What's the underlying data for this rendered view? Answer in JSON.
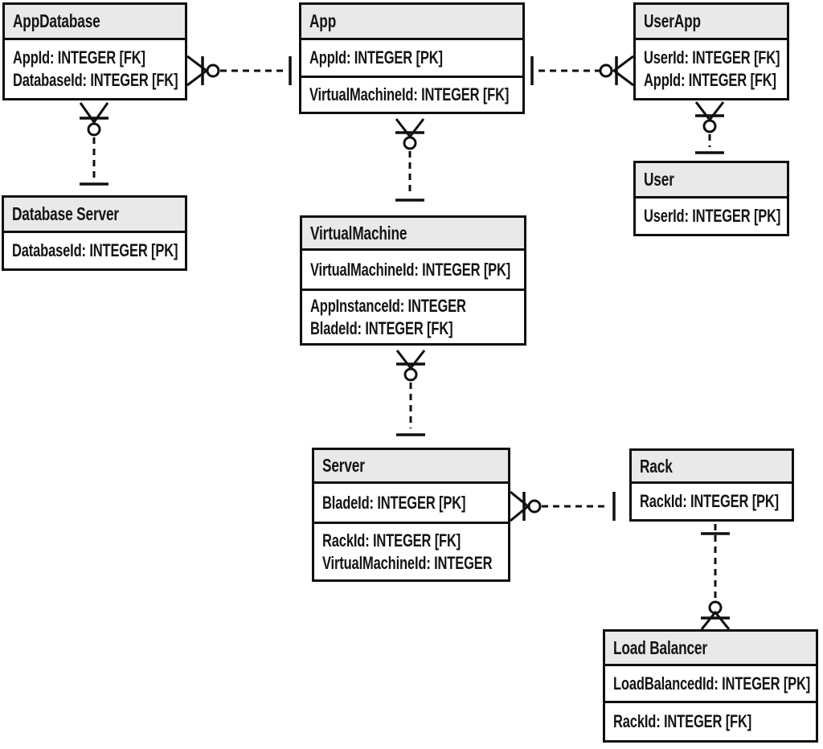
{
  "diagram": {
    "type": "entity-relationship",
    "notation": "crow-foot",
    "colors": {
      "header_fill": "#e9e9e9",
      "border": "#0f0f0f",
      "background": "#ffffff"
    },
    "entities": {
      "appDatabase": {
        "title": "AppDatabase",
        "rows": [
          [
            "AppId: INTEGER [FK]",
            "DatabaseId: INTEGER [FK]"
          ]
        ]
      },
      "app": {
        "title": "App",
        "rows": [
          [
            "AppId: INTEGER [PK]"
          ],
          [
            "VirtualMachineId: INTEGER [FK]"
          ]
        ]
      },
      "userApp": {
        "title": "UserApp",
        "rows": [
          [
            "UserId: INTEGER [FK]",
            "AppId: INTEGER [FK]"
          ]
        ]
      },
      "user": {
        "title": "User",
        "rows": [
          [
            "UserId: INTEGER [PK]"
          ]
        ]
      },
      "databaseServer": {
        "title": "Database Server",
        "rows": [
          [
            "DatabaseId: INTEGER [PK]"
          ]
        ]
      },
      "virtualMachine": {
        "title": "VirtualMachine",
        "rows": [
          [
            "VirtualMachineId: INTEGER [PK]"
          ],
          [
            "AppInstanceId: INTEGER",
            "BladeId: INTEGER [FK]"
          ]
        ]
      },
      "server": {
        "title": "Server",
        "rows": [
          [
            "BladeId: INTEGER [PK]"
          ],
          [
            "RackId: INTEGER [FK]",
            "VirtualMachineId: INTEGER"
          ]
        ]
      },
      "rack": {
        "title": "Rack",
        "rows": [
          [
            "RackId: INTEGER [PK]"
          ]
        ]
      },
      "loadBalancer": {
        "title": "Load Balancer",
        "rows": [
          [
            "LoadBalancedId: INTEGER [PK]"
          ],
          [
            "RackId: INTEGER [FK]"
          ]
        ]
      }
    },
    "relationships": [
      {
        "many_end": "AppDatabase",
        "many_cardinality": "zero-or-many",
        "one_end": "App",
        "one_cardinality": "one",
        "line_style": "dashed"
      },
      {
        "many_end": "UserApp",
        "many_cardinality": "zero-or-many",
        "one_end": "App",
        "one_cardinality": "one",
        "line_style": "dashed"
      },
      {
        "many_end": "AppDatabase",
        "many_cardinality": "zero-or-many",
        "one_end": "Database Server",
        "one_cardinality": "one",
        "line_style": "dashed"
      },
      {
        "many_end": "UserApp",
        "many_cardinality": "zero-or-many",
        "one_end": "User",
        "one_cardinality": "one",
        "line_style": "dashed"
      },
      {
        "many_end": "App",
        "many_cardinality": "zero-or-many",
        "one_end": "VirtualMachine",
        "one_cardinality": "one",
        "line_style": "dashed"
      },
      {
        "many_end": "VirtualMachine",
        "many_cardinality": "zero-or-many",
        "one_end": "Server",
        "one_cardinality": "one",
        "line_style": "dashed"
      },
      {
        "many_end": "Server",
        "many_cardinality": "zero-or-many",
        "one_end": "Rack",
        "one_cardinality": "one",
        "line_style": "dashed"
      },
      {
        "many_end": "Load Balancer",
        "many_cardinality": "zero-or-many",
        "one_end": "Rack",
        "one_cardinality": "one",
        "line_style": "dashed"
      }
    ]
  }
}
